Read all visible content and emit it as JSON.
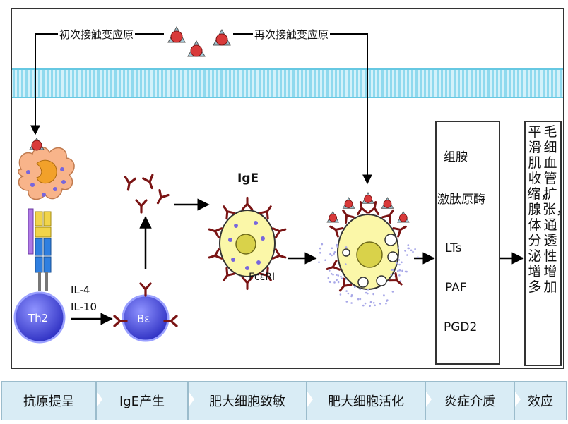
{
  "labels": {
    "first_contact": "初次接触变应原",
    "second_contact": "再次接触变应原",
    "ige": "IgE",
    "fc_receptor": "FcεRⅠ",
    "il4": "IL-4",
    "il10": "IL-10",
    "th2": "Th2",
    "b_cell": "Bε"
  },
  "mediators": [
    "组胺",
    "激肽原酶",
    "LTs",
    "PAF",
    "PGD2"
  ],
  "effects": {
    "col1": "毛细血管扩张，通透性增加",
    "col2": "平滑肌收缩，腺体分泌增多"
  },
  "steps": [
    "抗原提呈",
    "IgE产生",
    "肥大细胞致敏",
    "肥大细胞活化",
    "炎症介质",
    "效应"
  ],
  "colors": {
    "membrane": "#8fd9ee",
    "apc": "#f8b48a",
    "cell_yellow": "#fbf7a8",
    "lymphocyte": "#3d3fcf",
    "antibody": "#7a1414",
    "antigen": "#d83a3a",
    "step_bg": "#d9ecf5"
  }
}
